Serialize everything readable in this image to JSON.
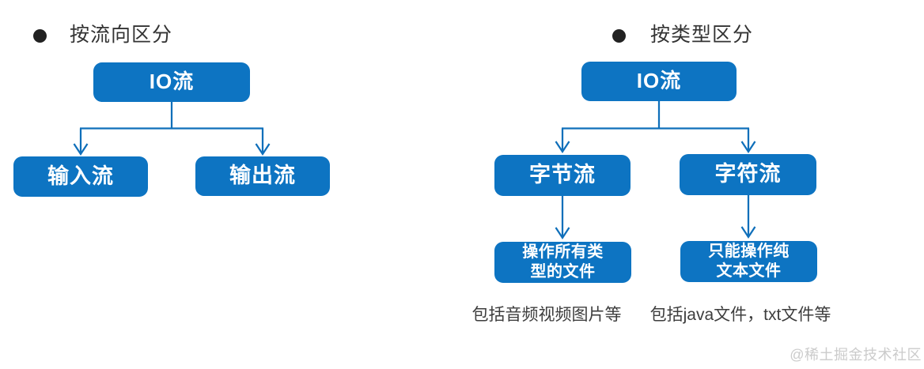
{
  "colors": {
    "node_fill": "#0d74c2",
    "node_text": "#ffffff",
    "connector": "#0f6fba",
    "heading_text": "#333333",
    "caption_text": "#3d3d3d",
    "watermark_text": "#cbcbcb",
    "bullet": "#222222"
  },
  "left_diagram": {
    "heading": "按流向区分",
    "root": "IO流",
    "children": [
      "输入流",
      "输出流"
    ]
  },
  "right_diagram": {
    "heading": "按类型区分",
    "root": "IO流",
    "children": [
      "字节流",
      "字符流"
    ],
    "grandchildren": [
      {
        "lines": [
          "操作所有类",
          "型的文件"
        ]
      },
      {
        "lines": [
          "只能操作纯",
          "文本文件"
        ]
      }
    ],
    "captions": [
      "包括音频视频图片等",
      "包括java文件，txt文件等"
    ]
  },
  "watermark": "@稀土掘金技术社区"
}
